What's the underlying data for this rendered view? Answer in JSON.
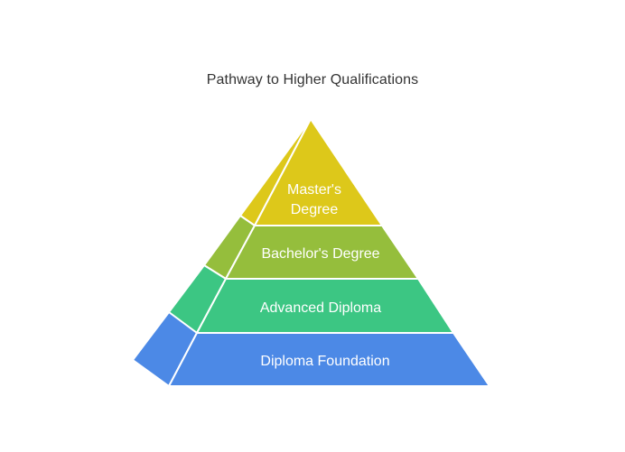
{
  "diagram": {
    "title": "Pathway to Higher Qualifications",
    "tiers": [
      {
        "id": "masters",
        "lines": [
          "Master's",
          "Degree"
        ],
        "color": "#DDC81A",
        "side_color": "#DDC81A"
      },
      {
        "id": "bachelors",
        "lines": [
          "Bachelor's Degree"
        ],
        "color": "#95BE3C",
        "side_color": "#95BE3C"
      },
      {
        "id": "advanced",
        "lines": [
          "Advanced Diploma"
        ],
        "color": "#3CC683",
        "side_color": "#3CC683"
      },
      {
        "id": "foundation",
        "lines": [
          "Diploma Foundation"
        ],
        "color": "#4C89E6",
        "side_color": "#4C89E6"
      }
    ]
  }
}
